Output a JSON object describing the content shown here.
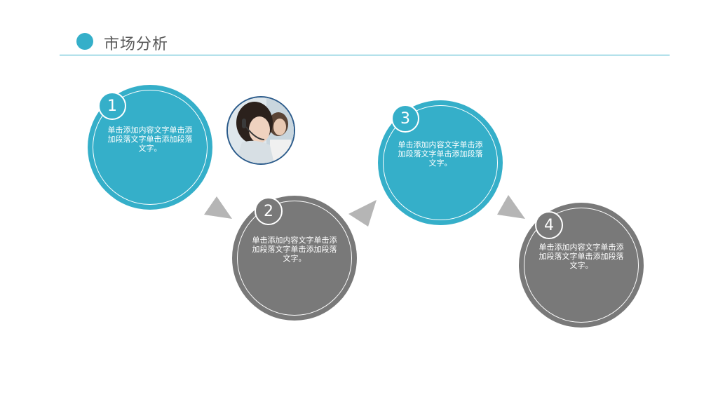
{
  "header": {
    "title": "市场分析"
  },
  "steps": [
    {
      "number": "1",
      "text": "单击添加内容文字单击添加段落文字单击添加段落文字。",
      "color": "#35afc9"
    },
    {
      "number": "2",
      "text": "单击添加内容文字单击添加段落文字单击添加段落文字。",
      "color": "#797979"
    },
    {
      "number": "3",
      "text": "单击添加内容文字单击添加段落文字单击添加段落文字。",
      "color": "#35afc9"
    },
    {
      "number": "4",
      "text": "单击添加内容文字单击添加段落文字单击添加段落文字。",
      "color": "#797979"
    }
  ],
  "colors": {
    "accent": "#35afc9",
    "gray": "#797979",
    "arrow": "#b5b5b5"
  },
  "photo": {
    "icon": "person-photo"
  }
}
